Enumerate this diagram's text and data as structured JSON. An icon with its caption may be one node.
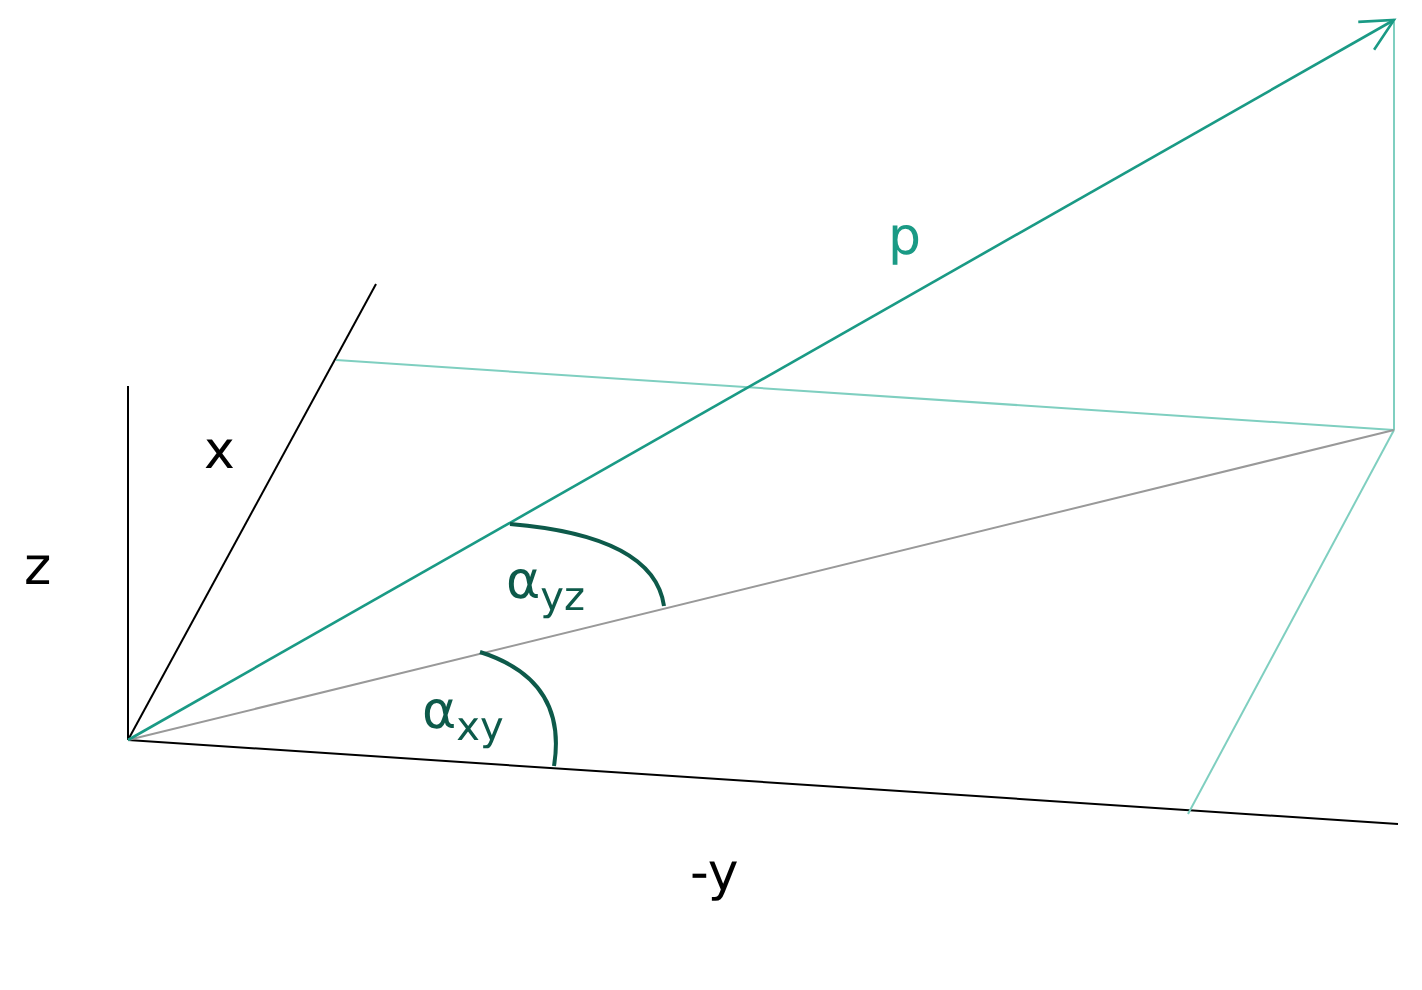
{
  "diagram": {
    "labels": [
      "p",
      "x",
      "z",
      "α$_{yz}$",
      "α$_{xy}$",
      "-y"
    ]
  }
}
